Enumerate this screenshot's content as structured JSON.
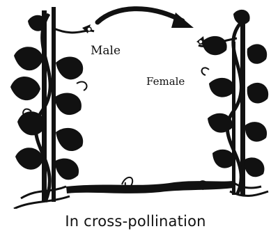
{
  "diagram": {
    "labels": {
      "male": "Male",
      "female": "Female"
    },
    "caption": "In cross-pollination"
  }
}
